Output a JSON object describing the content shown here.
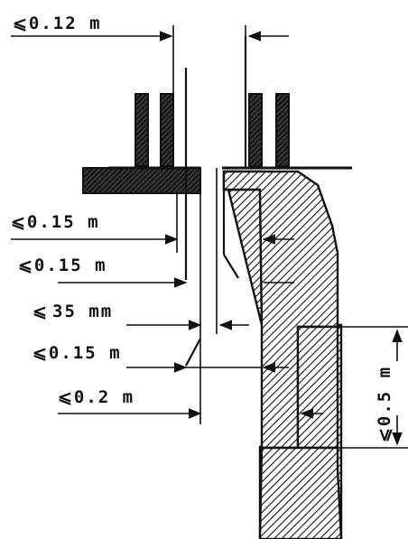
{
  "dimensions": {
    "top_gap": "⩽0.12 m",
    "gap_a": "⩽0.15 m",
    "gap_b": "⩽0.15 m",
    "gap_c": "35 mm",
    "gap_c_prefix": "⩽",
    "gap_d": "⩽0.15 m",
    "gap_e": "⩽0.2 m",
    "height": "⩽0.5 m"
  }
}
